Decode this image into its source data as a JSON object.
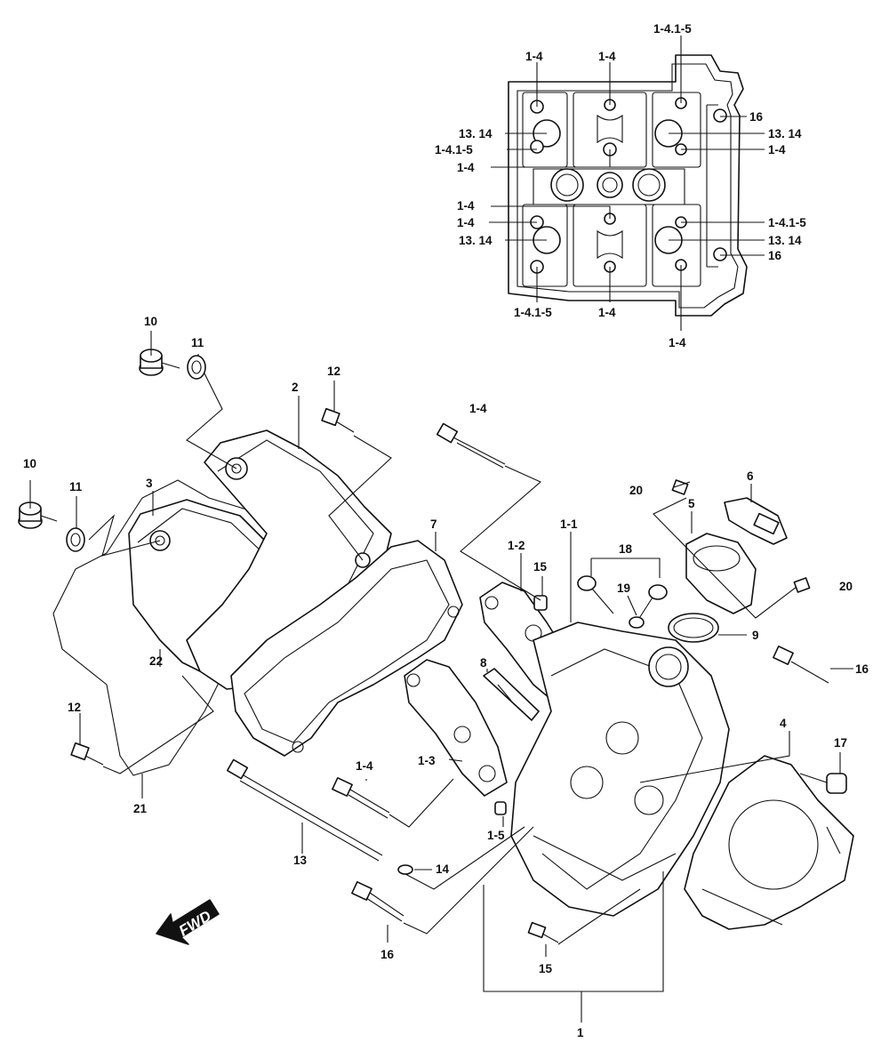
{
  "labels": {
    "top_1_4_a": "1-4",
    "top_1_4_b": "1-4",
    "top_1_4_1_5_a": "1-4.1-5",
    "top_13_14_a": "13. 14",
    "top_1_4_1_5_b": "1-4.1-5",
    "top_1_4_c": "1-4",
    "top_16_a": "16",
    "top_13_14_b": "13. 14",
    "top_1_4_d": "1-4",
    "top_1_4_e": "1-4",
    "top_1_4_f": "1-4",
    "top_13_14_c": "13. 14",
    "top_1_4_1_5_c": "1-4.1-5",
    "top_13_14_d": "13. 14",
    "top_16_b": "16",
    "top_1_4_1_5_d": "1-4.1-5",
    "top_1_4_g": "1-4",
    "top_1_4_h": "1-4",
    "p10_a": "10",
    "p11_a": "11",
    "p12_a": "12",
    "p2": "2",
    "p1_4_a": "1-4",
    "p10_b": "10",
    "p11_b": "11",
    "p3": "3",
    "p7": "7",
    "p1_2": "1-2",
    "p1_1": "1-1",
    "p15_a": "15",
    "p18": "18",
    "p20_a": "20",
    "p6": "6",
    "p5": "5",
    "p19": "19",
    "p20_b": "20",
    "p9": "9",
    "p16_a": "16",
    "p22": "22",
    "p8": "8",
    "p12_b": "12",
    "p1_3": "1-3",
    "p1_4_b": "1-4",
    "p4": "4",
    "p17": "17",
    "p21": "21",
    "p13": "13",
    "p1_5": "1-5",
    "p14": "14",
    "p16_b": "16",
    "p15_b": "15",
    "p1": "1"
  },
  "fwd": "FWD"
}
